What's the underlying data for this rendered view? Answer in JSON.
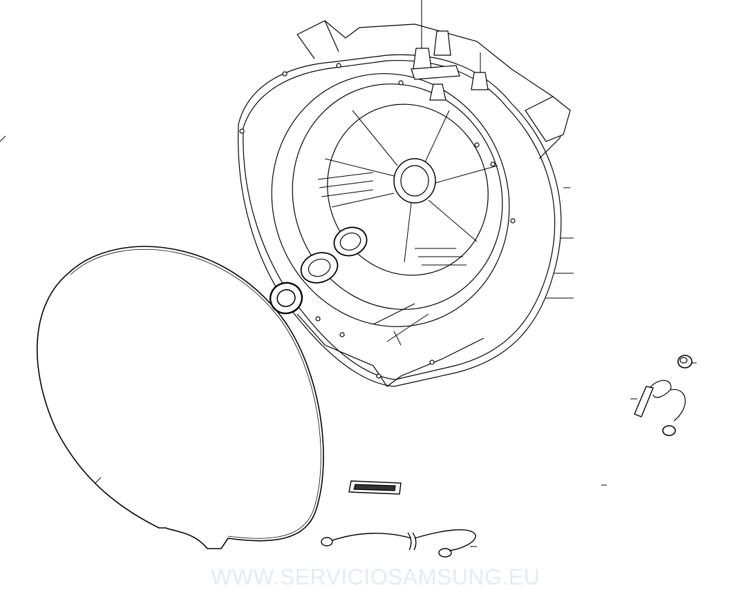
{
  "watermark": "WWW.SERVICIOSAMSUNG.EU",
  "colors": {
    "line": "#000000",
    "watermark": "#e3ebf5",
    "background": "#ffffff"
  },
  "parts": [
    "tub-back",
    "bearing-large",
    "bearing-medium",
    "oil-seal",
    "tub-gasket",
    "cap",
    "ground-wire",
    "filter-clip",
    "wire-harness"
  ]
}
